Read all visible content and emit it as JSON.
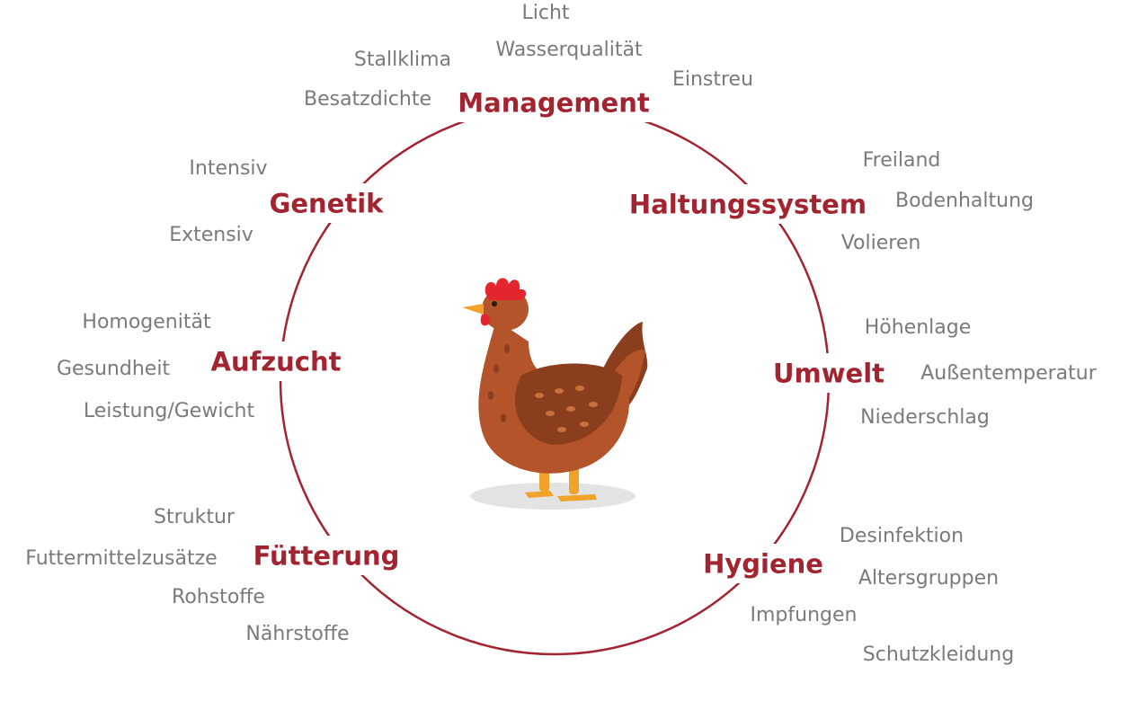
{
  "colors": {
    "category": "#a32431",
    "subitem": "#7a7a7a",
    "ring": "#a32431"
  },
  "center": {
    "icon": "chicken-icon"
  },
  "categories": [
    {
      "label": "Management",
      "items": [
        "Licht",
        "Wasserqualität",
        "Einstreu",
        "Stallklima",
        "Besatzdichte"
      ]
    },
    {
      "label": "Haltungssystem",
      "items": [
        "Freiland",
        "Bodenhaltung",
        "Volieren"
      ]
    },
    {
      "label": "Umwelt",
      "items": [
        "Höhenlage",
        "Außentemperatur",
        "Niederschlag"
      ]
    },
    {
      "label": "Hygiene",
      "items": [
        "Desinfektion",
        "Altersgruppen",
        "Impfungen",
        "Schutzkleidung"
      ]
    },
    {
      "label": "Fütterung",
      "items": [
        "Struktur",
        "Futtermittelzusätze",
        "Rohstoffe",
        "Nährstoffe"
      ]
    },
    {
      "label": "Aufzucht",
      "items": [
        "Homogenität",
        "Gesundheit",
        "Leistung/Gewicht"
      ]
    },
    {
      "label": "Genetik",
      "items": [
        "Intensiv",
        "Extensiv"
      ]
    }
  ]
}
